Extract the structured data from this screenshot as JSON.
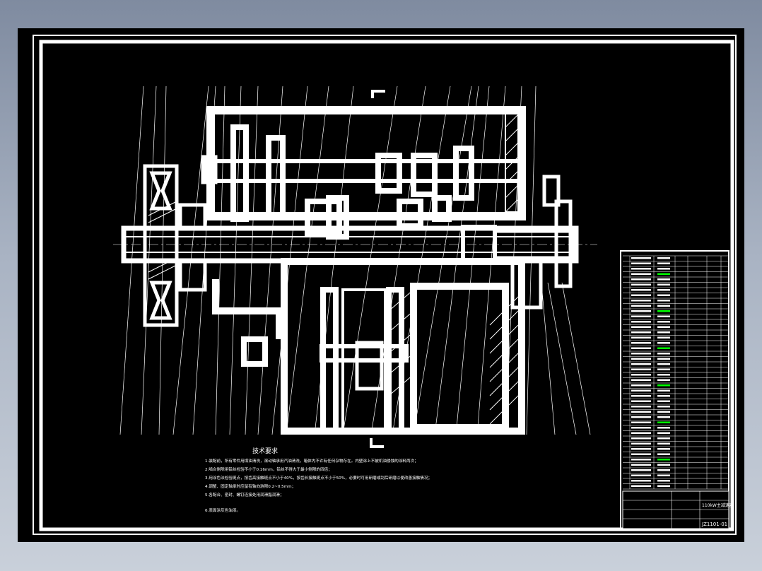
{
  "colors": {
    "background": "#000000",
    "line": "#ffffff",
    "highlight": "#00ff00",
    "page_bg": "#a9b3c3"
  },
  "tech_requirements": {
    "title": "技术要求",
    "lines": [
      "1.装配前，所有零件用煤油清洗，滚动轴承用汽油清洗，箱体内不许有任何杂物存在。内壁涂上不被机油侵蚀的涂料两次；",
      "2.啮合侧隙用铅丝检验不小于0.16mm，铅丝不得大于最小侧隙的四倍；",
      "3.用涂色法检验斑点，按齿高接触斑点不小于40%，按齿长接触斑点不小于50%，必要时可用研磨或刮后研磨以便改善接触情况；",
      "4.调整、固定轴承时应留有轴向游隙0.2~0.5mm；",
      "5.各配合、密封、螺钉连接处用润滑脂润滑；",
      "6.表面涂灰色油漆。"
    ]
  },
  "title_block": {
    "drawing_name": "110kW主减速器",
    "drawing_number": "JZ1101-01"
  }
}
